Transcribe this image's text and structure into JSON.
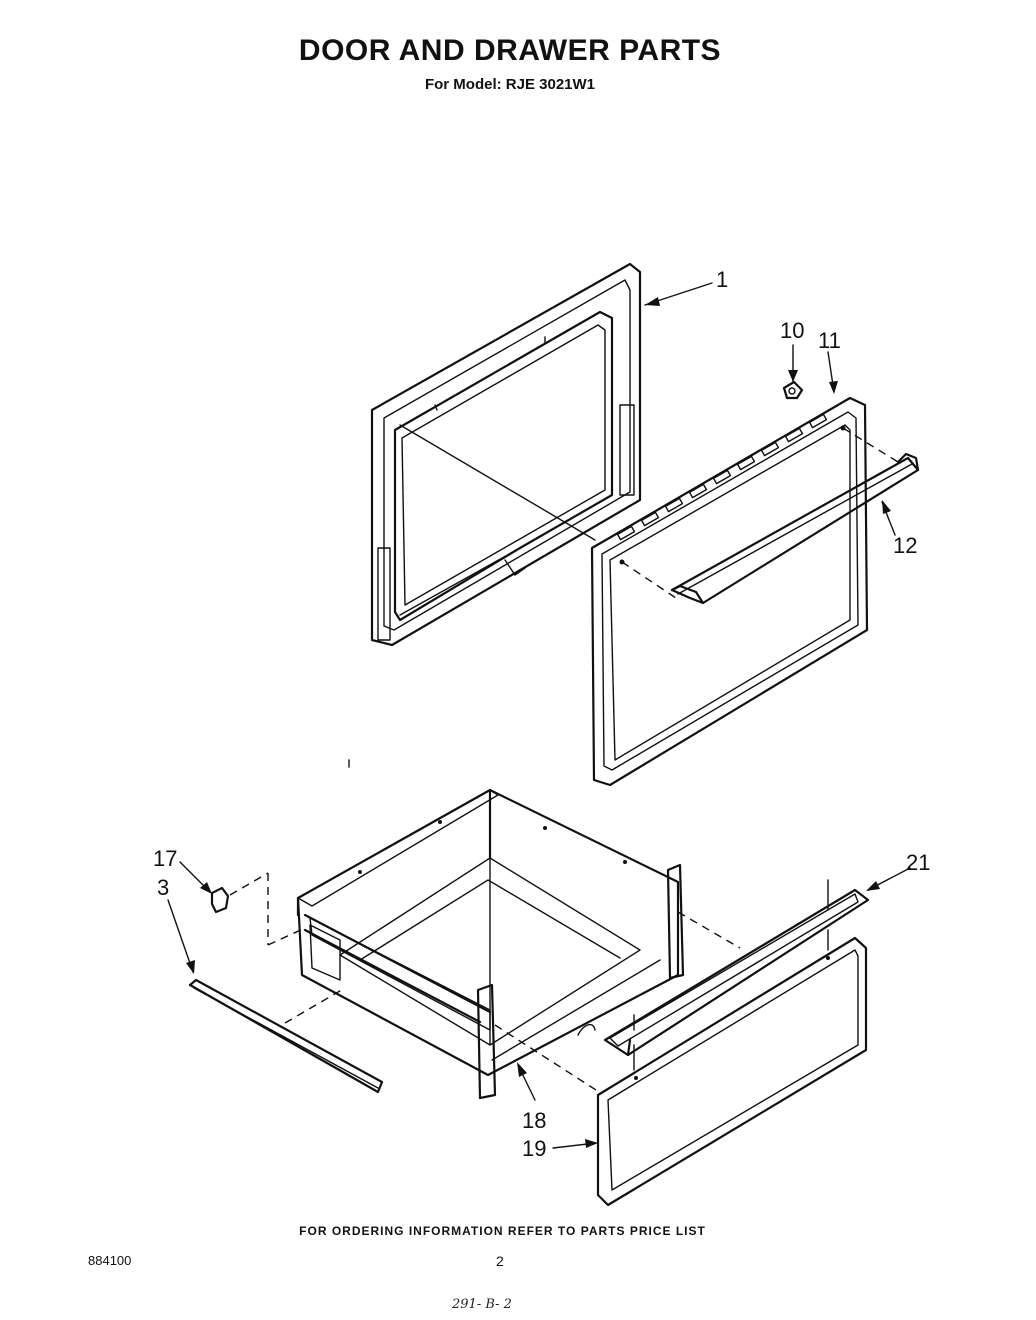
{
  "header": {
    "title": "DOOR AND DRAWER PARTS",
    "subtitle": "For Model: RJE 3021W1"
  },
  "callouts": {
    "c1": "1",
    "c10": "10",
    "c11": "11",
    "c12": "12",
    "c17": "17",
    "c3": "3",
    "c21": "21",
    "c18": "18",
    "c19": "19"
  },
  "footer": {
    "note": "FOR ORDERING INFORMATION REFER TO PARTS PRICE LIST",
    "doc_number": "884100",
    "page_number": "2",
    "handwritten": "291- B- 2"
  }
}
